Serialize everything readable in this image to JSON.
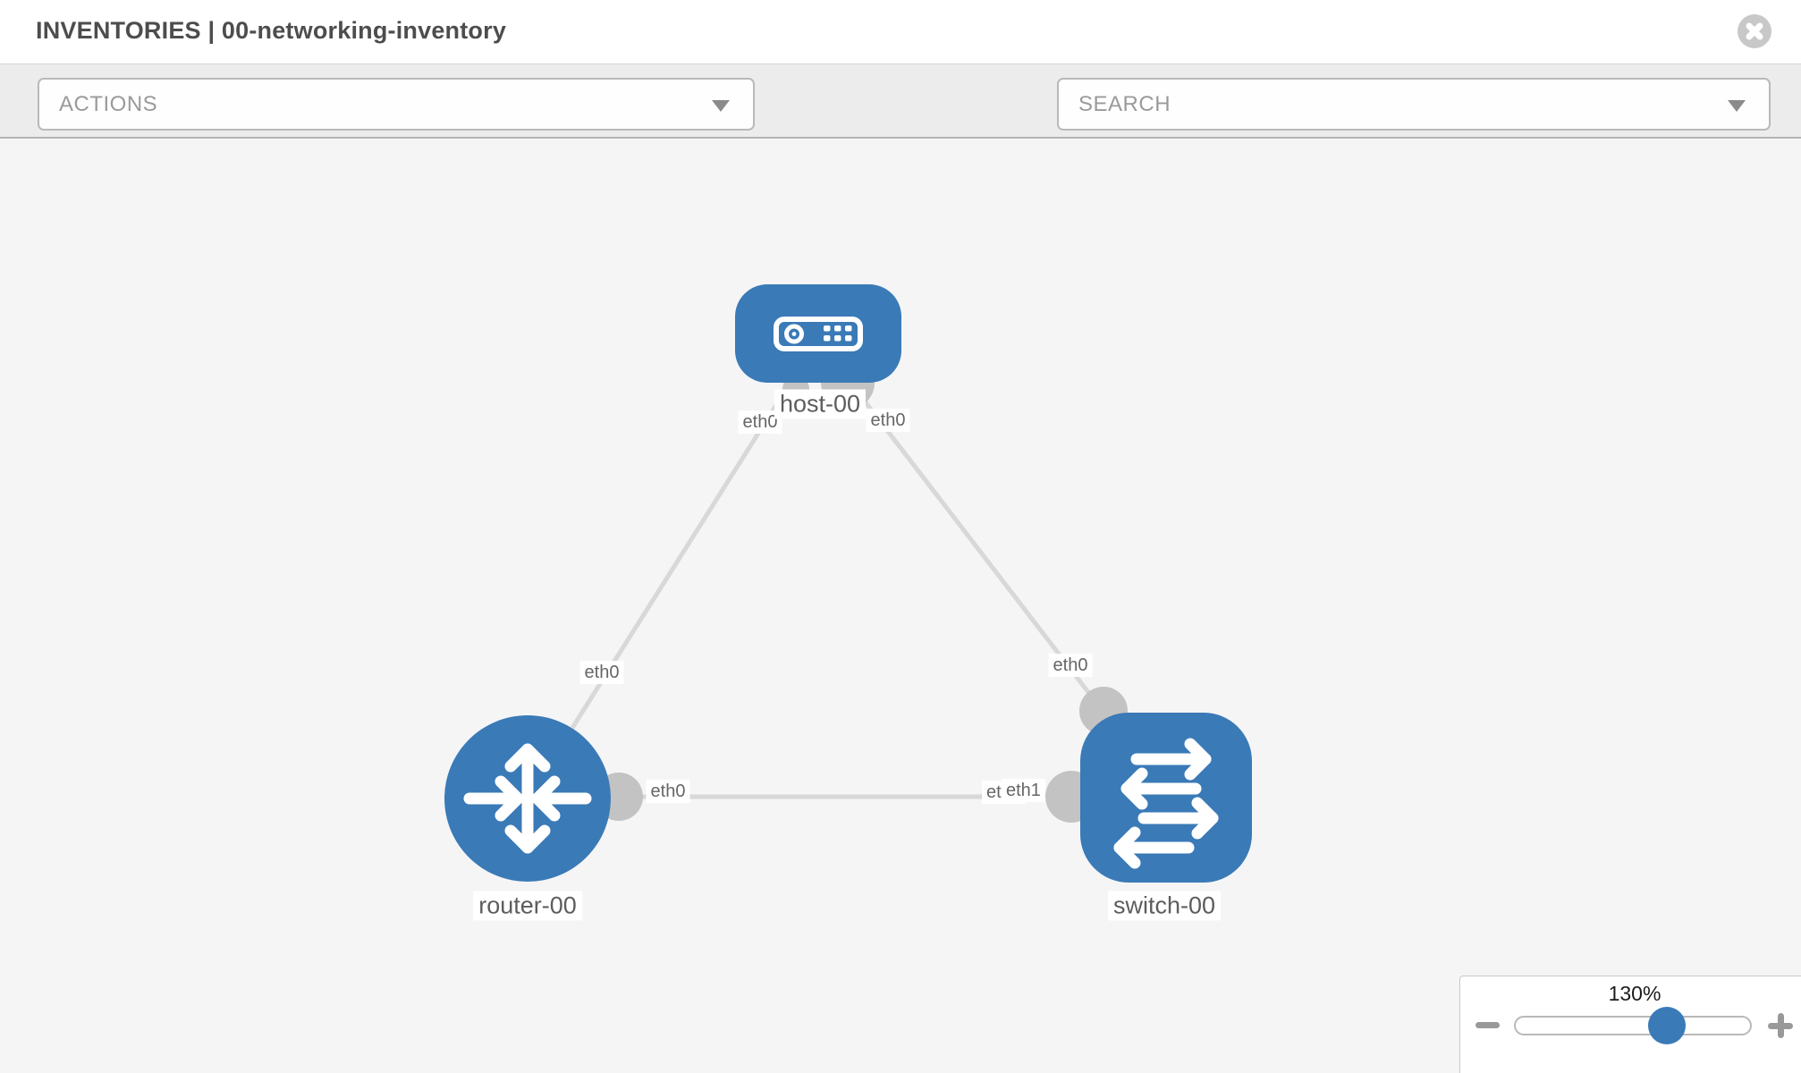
{
  "header": {
    "title": "INVENTORIES | 00-networking-inventory"
  },
  "toolbar": {
    "actions_label": "ACTIONS",
    "search_label": "SEARCH"
  },
  "topology": {
    "nodes": [
      {
        "name": "host-00",
        "type": "host"
      },
      {
        "name": "router-00",
        "type": "router"
      },
      {
        "name": "switch-00",
        "type": "switch"
      }
    ],
    "links": [
      {
        "from": "host-00",
        "from_interface": "eth0",
        "to": "router-00",
        "to_interface": "eth0"
      },
      {
        "from": "host-00",
        "from_interface": "eth0",
        "to": "switch-00",
        "to_interface": "eth0"
      },
      {
        "from": "router-00",
        "from_interface": "eth0",
        "to": "switch-00",
        "to_interface": "eth1"
      }
    ],
    "interface_labels": {
      "host_left": "eth0",
      "host_right": "eth0",
      "router_top": "eth0",
      "router_right": "eth0",
      "switch_top": "eth0",
      "switch_left_back": "eth0",
      "switch_left_front": "eth1"
    }
  },
  "zoom_control": {
    "value": "130%",
    "percent": 130
  },
  "colors": {
    "node_blue": "#3a7ab7",
    "edge_gray": "#d8d8d8",
    "port_gray": "#c3c3c3",
    "slider_thumb_blue": "#3a7ab7"
  }
}
